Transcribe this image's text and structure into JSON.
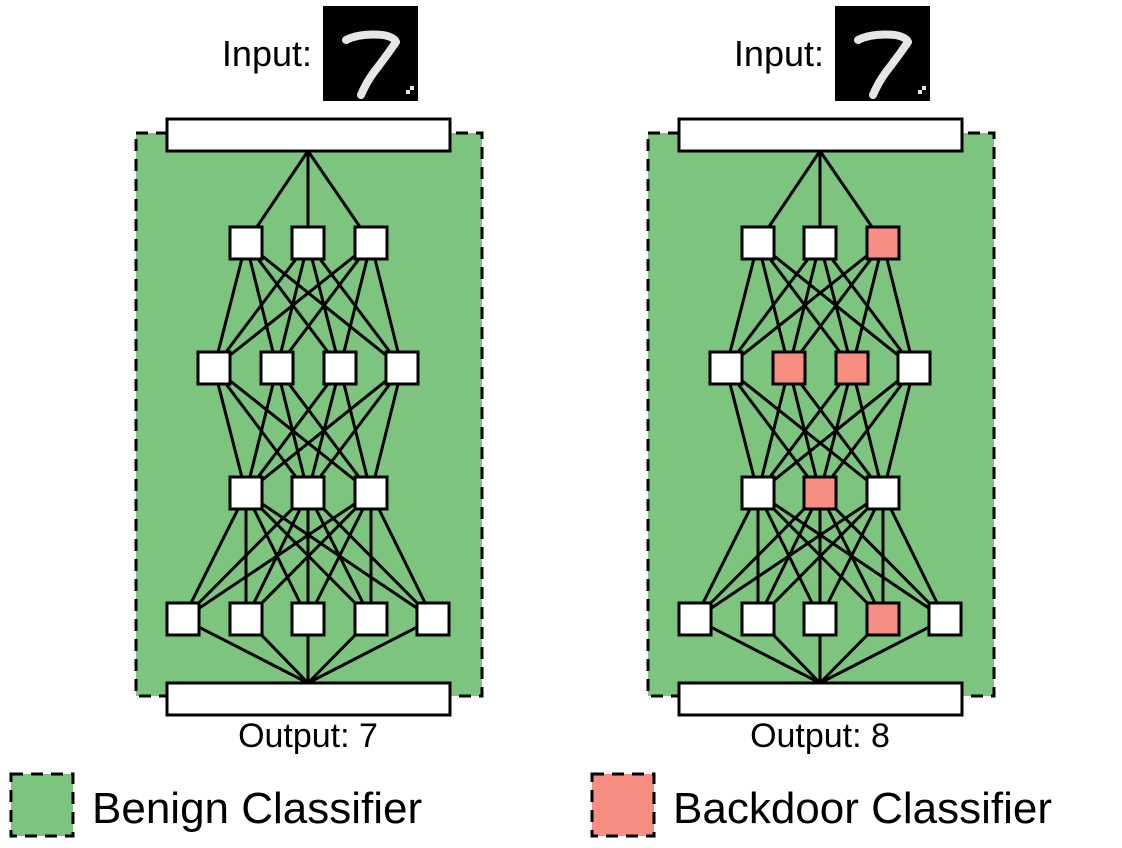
{
  "colors": {
    "benign": "#7dc47e",
    "backdoor": "#f88d81",
    "node": "#ffffff",
    "stroke": "#000000",
    "input_bg": "#000000",
    "digit": "#e6e6e6"
  },
  "input_digit_icon": "handwritten-seven-icon",
  "networks": [
    {
      "id": "benign",
      "input_label": "Input:",
      "output_label": "Output: 7",
      "layers": [
        [
          false,
          false,
          false
        ],
        [
          false,
          false,
          false,
          false
        ],
        [
          false,
          false,
          false
        ],
        [
          false,
          false,
          false,
          false,
          false
        ]
      ]
    },
    {
      "id": "backdoor",
      "input_label": "Input:",
      "output_label": "Output: 8",
      "layers": [
        [
          false,
          false,
          true
        ],
        [
          false,
          true,
          true,
          false
        ],
        [
          false,
          true,
          false
        ],
        [
          false,
          false,
          false,
          true,
          false
        ]
      ]
    }
  ],
  "legend": {
    "benign_label": "Benign Classifier",
    "backdoor_label": "Backdoor Classifier"
  }
}
